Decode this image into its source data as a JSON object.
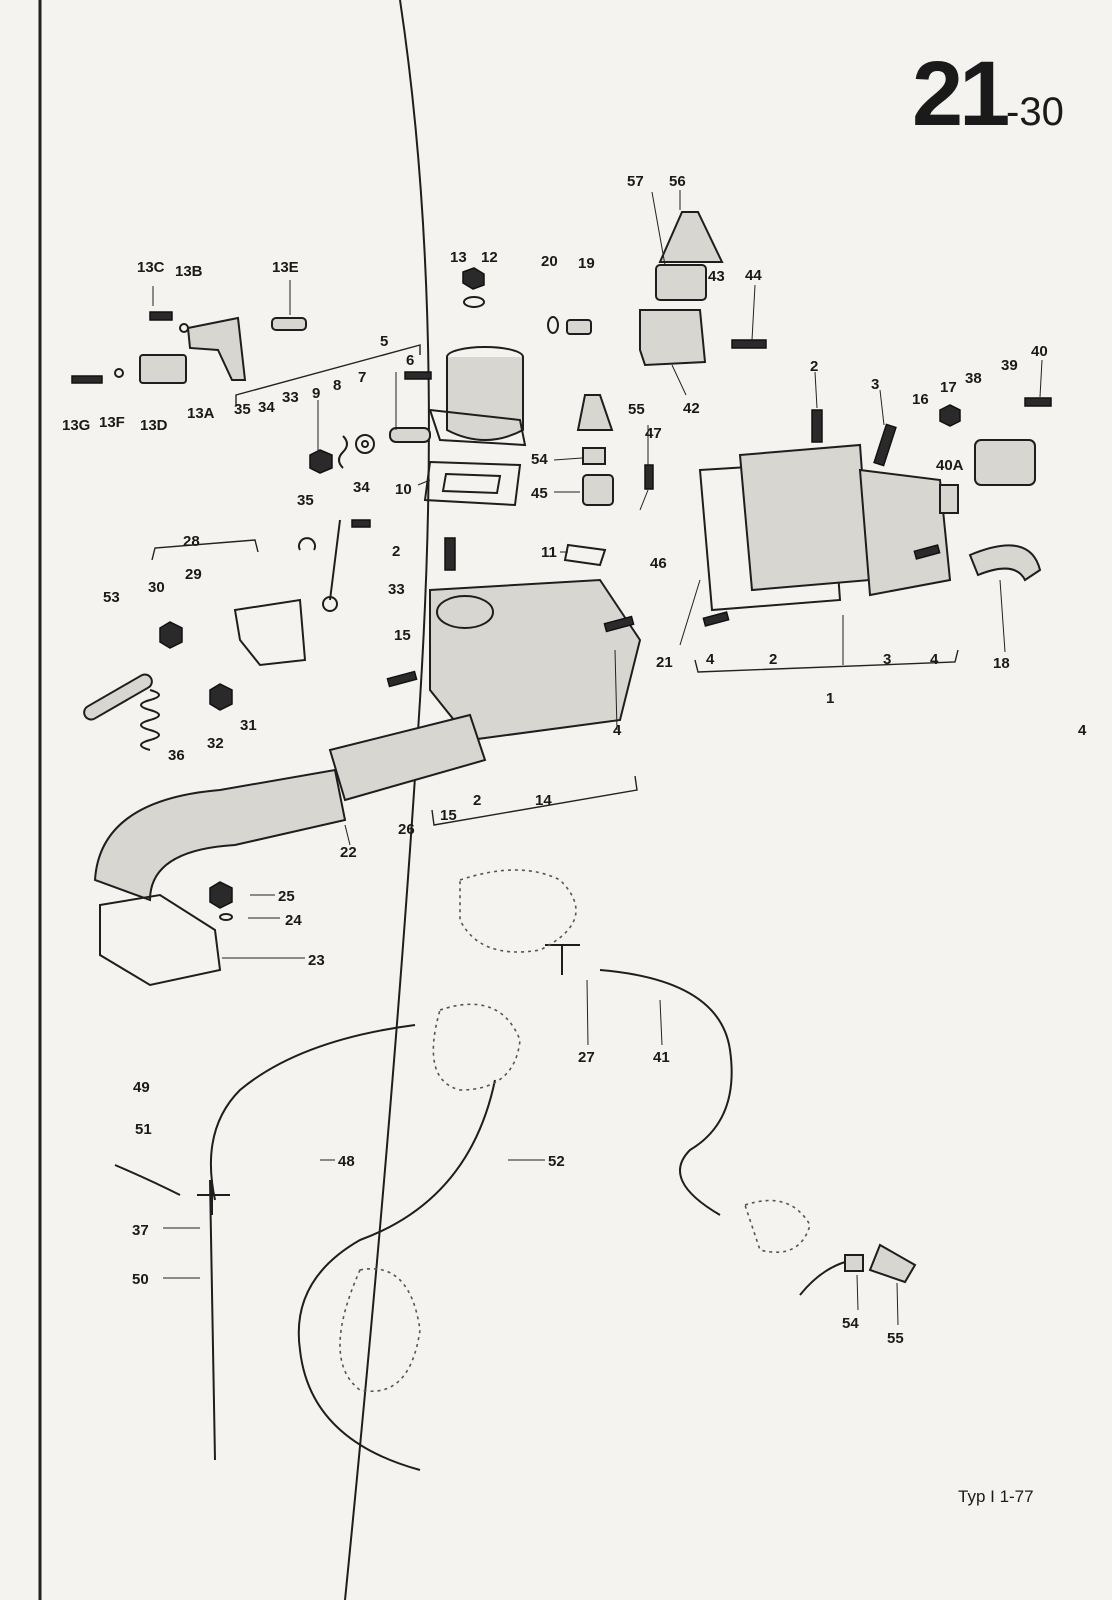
{
  "header": {
    "section": "21",
    "sub": "-30"
  },
  "footer": {
    "model": "Typ I   1-77"
  },
  "callouts": {
    "c13C": "13C",
    "c13B": "13B",
    "c13E": "13E",
    "c13G": "13G",
    "c13F": "13F",
    "c13D": "13D",
    "c13A": "13A",
    "c13": "13",
    "c12": "12",
    "c20": "20",
    "c19": "19",
    "c57": "57",
    "c56": "56",
    "c43": "43",
    "c44": "44",
    "c5": "5",
    "c6": "6",
    "c35a": "35",
    "c34a": "34",
    "c33a": "33",
    "c9": "9",
    "c8": "8",
    "c7": "7",
    "c10": "10",
    "c55a": "55",
    "c47": "47",
    "c54a": "54",
    "c45": "45",
    "c42": "42",
    "c46": "46",
    "c11": "11",
    "c2a": "2",
    "c3a": "3",
    "c16": "16",
    "c17": "17",
    "c38": "38",
    "c39": "39",
    "c40": "40",
    "c40A": "40A",
    "c35b": "35",
    "c34b": "34",
    "c33b": "33",
    "c2b": "2",
    "c28": "28",
    "c29": "29",
    "c30": "30",
    "c53": "53",
    "c15a": "15",
    "c31": "31",
    "c32": "32",
    "c36": "36",
    "c21": "21",
    "c4a": "4",
    "c2c": "2",
    "c3b": "3",
    "c4b": "4",
    "c18": "18",
    "c1": "1",
    "c4c": "4",
    "c14": "14",
    "c15b": "15",
    "c2d": "2",
    "c26": "26",
    "c22": "22",
    "c25": "25",
    "c24": "24",
    "c23": "23",
    "c27": "27",
    "c41": "41",
    "c49": "49",
    "c51": "51",
    "c48": "48",
    "c52": "52",
    "c37": "37",
    "c50": "50",
    "c54b": "54",
    "c55b": "55",
    "c4d": "4"
  }
}
